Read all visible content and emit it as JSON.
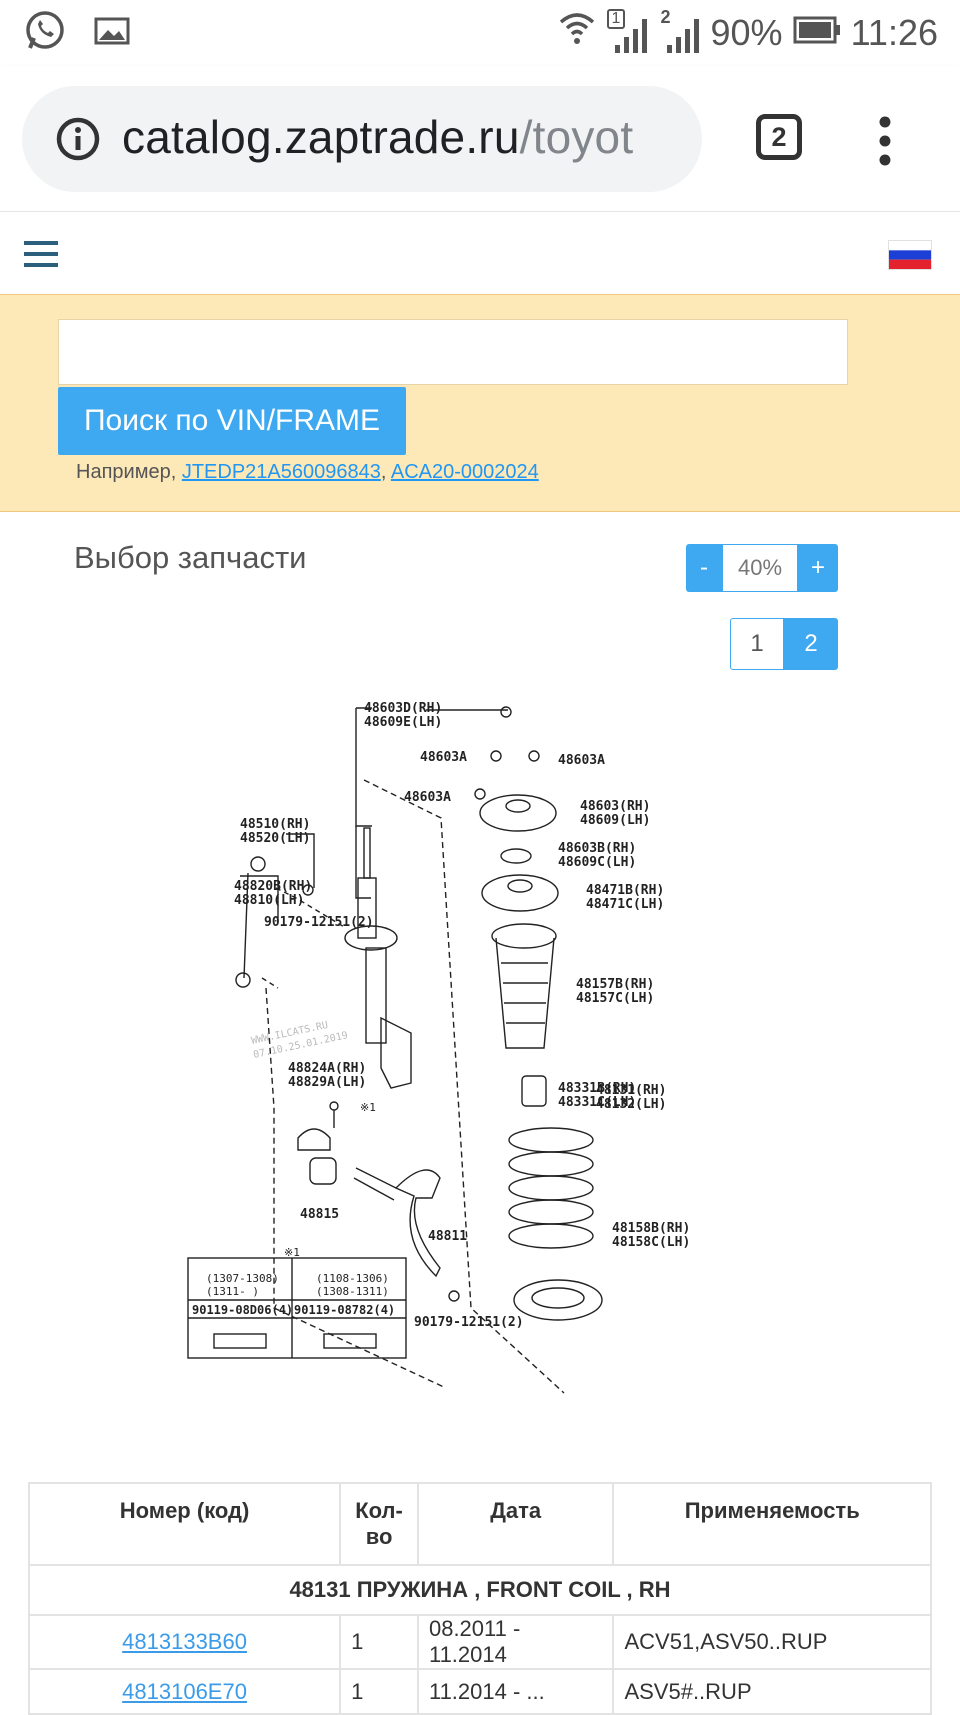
{
  "status_bar": {
    "battery": "90%",
    "time": "11:26",
    "sim1": "1",
    "sim2": "2",
    "icons": [
      "whatsapp-icon",
      "gallery-icon",
      "wifi-icon",
      "signal-sim1-icon",
      "signal-sim2-icon",
      "battery-icon"
    ]
  },
  "browser": {
    "url_host": "catalog.zaptrade.ru",
    "url_path": "/toyot",
    "tab_count": "2"
  },
  "search": {
    "vin_value": "",
    "button_label": "Поиск по VIN/FRAME",
    "example_prefix": "Например, ",
    "example_1": "JTEDP21A560096843",
    "example_sep": ", ",
    "example_2": "ACA20-0002024"
  },
  "selection": {
    "title": "Выбор запчасти",
    "zoom_minus": "-",
    "zoom_value": "40%",
    "zoom_plus": "+",
    "pages": [
      "1",
      "2"
    ],
    "active_page": "2"
  },
  "diagram": {
    "labels": {
      "l48603D": "48603D(RH)",
      "l48609E": "48609E(LH)",
      "l48603A_1": "48603A",
      "l48603A_2": "48603A",
      "l48603A_3": "48603A",
      "l48603": "48603(RH)",
      "l48609": "48609(LH)",
      "l48510": "48510(RH)",
      "l48520": "48520(LH)",
      "l48603B": "48603B(RH)",
      "l48609C": "48609C(LH)",
      "l48820B": "48820B(RH)",
      "l48810": "48810(LH)",
      "l48471B": "48471B(RH)",
      "l48471C": "48471C(LH)",
      "l90179a": "90179-12151(2)",
      "l48157B": "48157B(RH)",
      "l48157C": "48157C(LH)",
      "l48331B": "48331B(RH)",
      "l48331C": "48331C(LH)",
      "l48824A": "48824A(RH)",
      "l48829A": "48829A(LH)",
      "l48131": "48131(RH)",
      "l48132": "48132(LH)",
      "mark1": "※1",
      "l48815": "48815",
      "l48811": "48811",
      "l48158B": "48158B(RH)",
      "l48158C": "48158C(LH)",
      "mark1b": "※1",
      "l90179b": "90179-12151(2)",
      "t_a1": "(1307-1308)",
      "t_a2": "(1311-    )",
      "t_b1": "(1108-1306)",
      "t_b2": "(1308-1311)",
      "t_a3": "90119-08D06(4)",
      "t_b3": "90119-08782(4)",
      "watermark1": "WWW.ILCATS.RU",
      "watermark2": "07.10.25.01.2019"
    }
  },
  "table": {
    "headers": [
      "Номер (код)",
      "Кол-во",
      "Дата",
      "Применяемость"
    ],
    "header_qty_1": "Кол-",
    "header_qty_2": "во",
    "group_title": "48131 ПРУЖИНА , FRONT COIL , RH",
    "rows": [
      {
        "code": "4813133B60",
        "qty": "1",
        "date": "08.2011 - 11.2014",
        "applicability": "ACV51,ASV50..RUP"
      },
      {
        "code": "4813106E70",
        "qty": "1",
        "date": "11.2014 -     ...",
        "applicability": "ASV5#..RUP"
      }
    ]
  },
  "colors": {
    "accent": "#3ea9f0",
    "panel_bg": "#fde8b8",
    "link": "#2196f3"
  }
}
